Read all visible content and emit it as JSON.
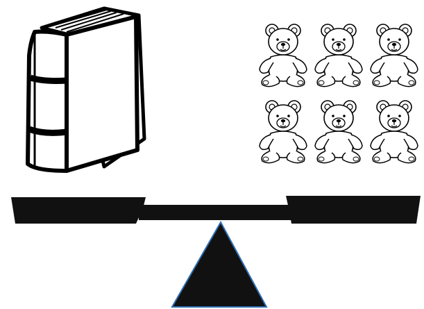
{
  "scene": {
    "left_pan": {
      "object": "book-icon",
      "count": 1
    },
    "right_pan": {
      "object": "teddy-bear-icon",
      "count": 6,
      "rows": 2,
      "per_row": 3
    },
    "balance_state": "level",
    "colors": {
      "beam": "#111111",
      "fulcrum_fill": "#111111",
      "fulcrum_stroke": "#2f6fb3",
      "outline": "#000000",
      "background": "#ffffff"
    }
  }
}
